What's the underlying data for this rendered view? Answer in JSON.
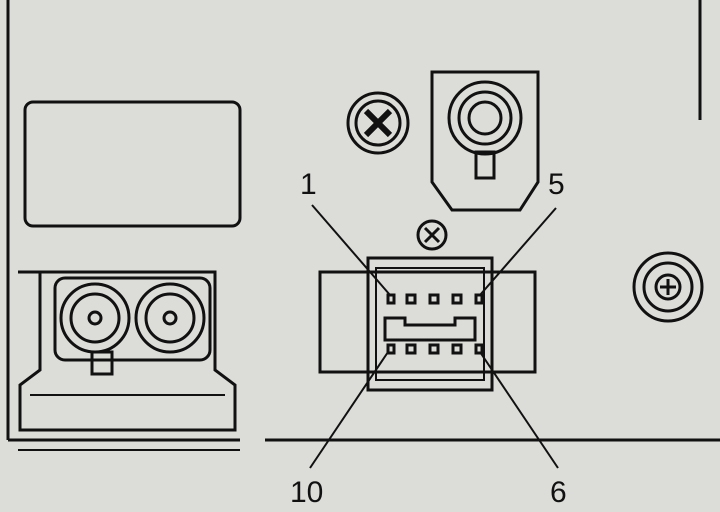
{
  "diagram": {
    "pin_labels": {
      "top_left": "1",
      "top_right": "5",
      "bottom_left": "10",
      "bottom_right": "6"
    },
    "colors": {
      "line": "#111111",
      "background": "#dcdcd8"
    }
  }
}
